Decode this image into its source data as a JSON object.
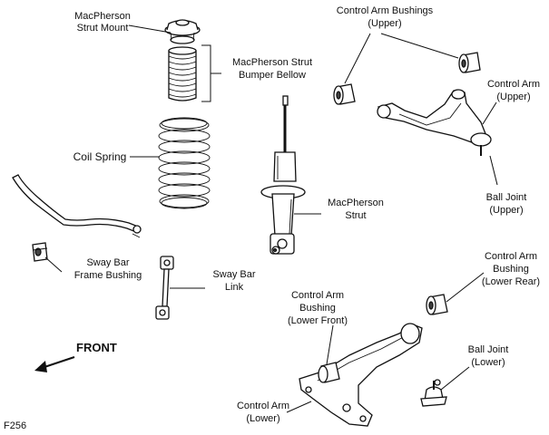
{
  "labels": {
    "strut_mount": [
      "MacPherson",
      "Strut Mount"
    ],
    "bumper_bellow": [
      "MacPherson Strut",
      "Bumper Bellow"
    ],
    "coil_spring": "Coil Spring",
    "macpherson_strut": [
      "MacPherson",
      "Strut"
    ],
    "bushings_upper": [
      "Control Arm Bushings",
      "(Upper)"
    ],
    "control_arm_upper": [
      "Control Arm",
      "(Upper)"
    ],
    "ball_joint_upper": [
      "Ball Joint",
      "(Upper)"
    ],
    "sway_bar_frame_bushing": [
      "Sway Bar",
      "Frame Bushing"
    ],
    "sway_bar_link": [
      "Sway Bar",
      "Link"
    ],
    "bushing_lower_front": [
      "Control Arm",
      "Bushing",
      "(Lower Front)"
    ],
    "bushing_lower_rear": [
      "Control Arm",
      "Bushing",
      "(Lower Rear)"
    ],
    "ball_joint_lower": [
      "Ball Joint",
      "(Lower)"
    ],
    "control_arm_lower": [
      "Control Arm",
      "(Lower)"
    ]
  },
  "front_label": "FRONT",
  "figure_id": "F256"
}
